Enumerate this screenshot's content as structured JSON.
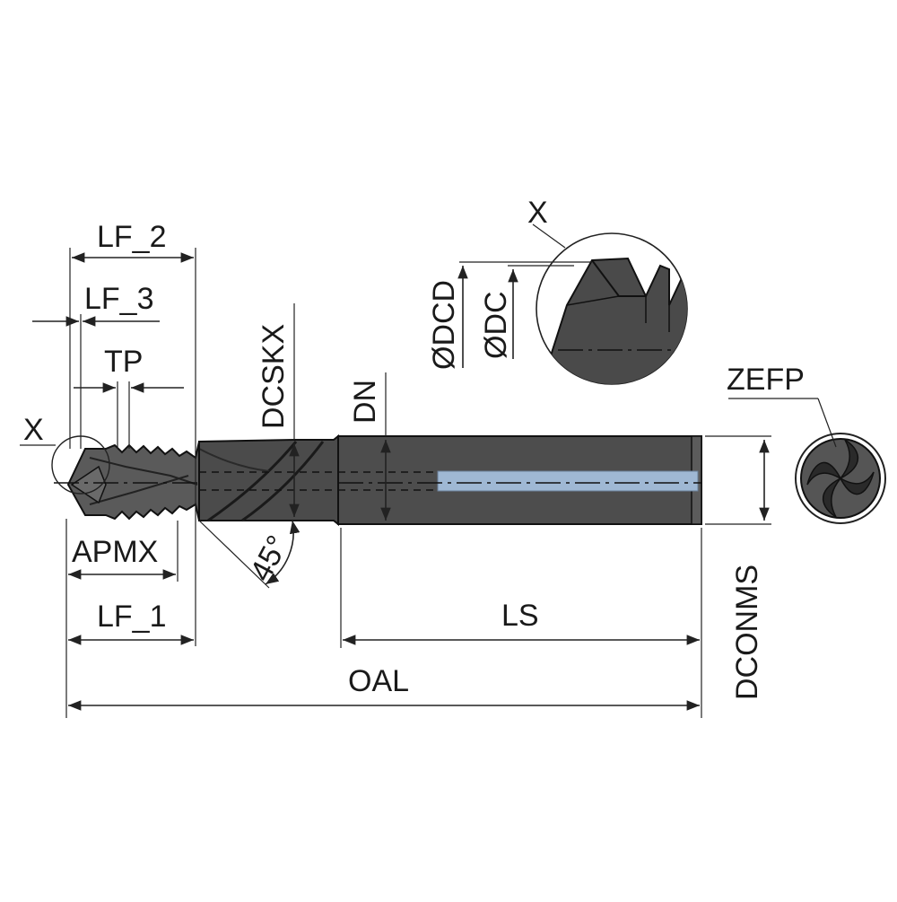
{
  "labels": {
    "lf2": "LF_2",
    "lf3": "LF_3",
    "tp": "TP",
    "x_left": "X",
    "apmx": "APMX",
    "lf1": "LF_1",
    "oal": "OAL",
    "dcskx": "DCSKX",
    "dn": "DN",
    "angle": "45°",
    "x_detail": "X",
    "dcd": "ØDCD",
    "dc": "ØDC",
    "zefp": "ZEFP",
    "ls": "LS",
    "dconms": "DCONMS"
  },
  "colors": {
    "tool_body": "#4b4b4b",
    "coolant_channel": "#9fb8d4",
    "line": "#222222"
  }
}
